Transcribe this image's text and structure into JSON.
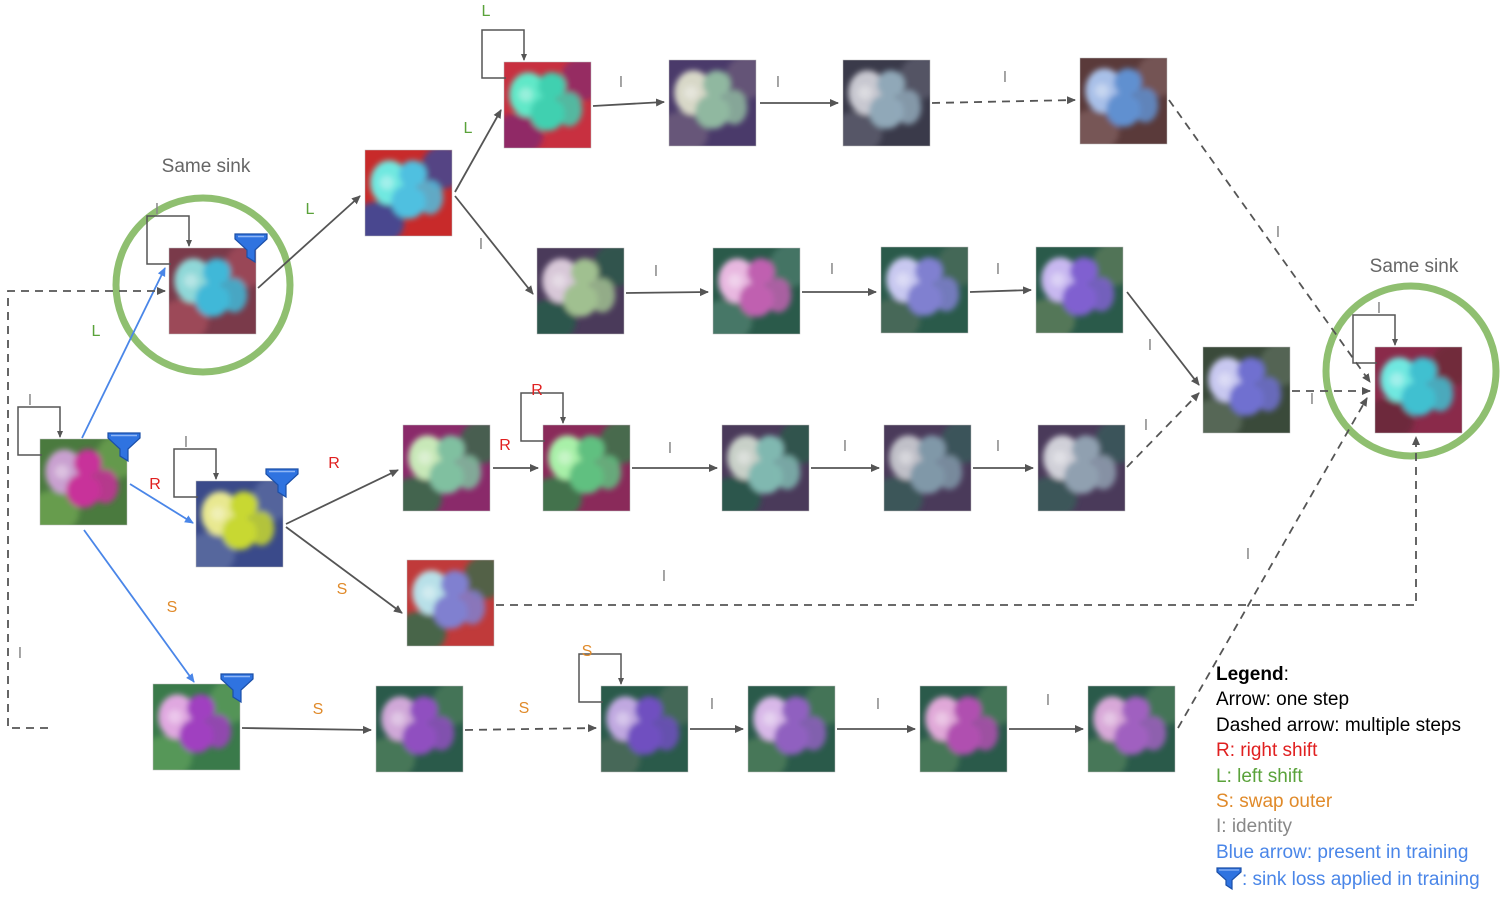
{
  "nodes": [
    {
      "id": "n0",
      "palette": [
        "#c9a0d0",
        "#c8309a",
        "#4a7a3e",
        "#6aa050"
      ],
      "self_loop": "I",
      "funnel": true
    },
    {
      "id": "n1",
      "palette": [
        "#8fd8d8",
        "#40b8d8",
        "#7a3a4a",
        "#a04a5a"
      ],
      "self_loop": "I",
      "funnel": true
    },
    {
      "id": "n2",
      "palette": [
        "#e8e890",
        "#c8d830",
        "#3a4a8a",
        "#5a6aa0"
      ],
      "self_loop": "I",
      "funnel": true
    },
    {
      "id": "n3",
      "palette": [
        "#e0a8e0",
        "#a040c0",
        "#3a7a4a",
        "#5a9a5a"
      ],
      "self_loop": null,
      "funnel": true
    },
    {
      "id": "n4",
      "palette": [
        "#70e8e0",
        "#50c0e0",
        "#c82a2a",
        "#3a4a9a"
      ],
      "self_loop": null,
      "funnel": false
    },
    {
      "id": "n5",
      "palette": [
        "#60e8c8",
        "#40d0b0",
        "#c83040",
        "#8a2a6a"
      ],
      "self_loop": "L",
      "funnel": false
    },
    {
      "id": "n6",
      "palette": [
        "#d8d8c8",
        "#90b8a0",
        "#4a3a6a",
        "#6a5a7a"
      ],
      "self_loop": null,
      "funnel": false
    },
    {
      "id": "n7",
      "palette": [
        "#c8c8d0",
        "#90a8b8",
        "#3a3a4a",
        "#5a5a6a"
      ],
      "self_loop": null,
      "funnel": false
    },
    {
      "id": "n8",
      "palette": [
        "#a8c0e8",
        "#6090d0",
        "#5a3a3a",
        "#7a5a5a"
      ],
      "self_loop": null,
      "funnel": false
    },
    {
      "id": "n9",
      "palette": [
        "#d8c8d8",
        "#a0c090",
        "#4a3a5a",
        "#2a5a4a"
      ],
      "self_loop": null,
      "funnel": false
    },
    {
      "id": "n10",
      "palette": [
        "#e8b8e0",
        "#c060b0",
        "#2a5a4a",
        "#4a7a6a"
      ],
      "self_loop": null,
      "funnel": false
    },
    {
      "id": "n11",
      "palette": [
        "#c8c8f0",
        "#8080d0",
        "#2a5a4a",
        "#4a6a5a"
      ],
      "self_loop": null,
      "funnel": false
    },
    {
      "id": "n12",
      "palette": [
        "#c8b8f0",
        "#8060d0",
        "#2a5a4a",
        "#5a7a5a"
      ],
      "self_loop": null,
      "funnel": false
    },
    {
      "id": "n13",
      "palette": [
        "#c8e8b8",
        "#80c0a0",
        "#8a2a6a",
        "#3a6a4a"
      ],
      "self_loop": null,
      "funnel": false
    },
    {
      "id": "n14",
      "palette": [
        "#a8f0a8",
        "#60c080",
        "#8a2a5a",
        "#3a7a4a"
      ],
      "self_loop": "R",
      "funnel": false
    },
    {
      "id": "n15",
      "palette": [
        "#c8d0c8",
        "#80b8b0",
        "#4a3a5a",
        "#2a5a4a"
      ],
      "self_loop": null,
      "funnel": false
    },
    {
      "id": "n16",
      "palette": [
        "#c0c0c8",
        "#8098a8",
        "#4a3a5a",
        "#3a5a5a"
      ],
      "self_loop": null,
      "funnel": false
    },
    {
      "id": "n17",
      "palette": [
        "#d0d0d8",
        "#90a0b0",
        "#4a3a5a",
        "#3a5a5a"
      ],
      "self_loop": null,
      "funnel": false
    },
    {
      "id": "n18",
      "palette": [
        "#c8c8f0",
        "#7070d0",
        "#3a4a3a",
        "#5a6a5a"
      ],
      "self_loop": null,
      "funnel": false
    },
    {
      "id": "n19",
      "palette": [
        "#70e8e0",
        "#40c0d0",
        "#8a2a4a",
        "#6a2a3a"
      ],
      "self_loop": "I",
      "funnel": false
    },
    {
      "id": "n20",
      "palette": [
        "#b8e0e8",
        "#8080d0",
        "#c03a3a",
        "#3a6a4a"
      ],
      "self_loop": null,
      "funnel": false
    },
    {
      "id": "n21",
      "palette": [
        "#d0a8d8",
        "#9050c0",
        "#2a5a4a",
        "#4a7a5a"
      ],
      "self_loop": null,
      "funnel": false
    },
    {
      "id": "n22",
      "palette": [
        "#c0a8e0",
        "#7050c0",
        "#2a5a4a",
        "#4a6a5a"
      ],
      "self_loop": "S",
      "funnel": false
    },
    {
      "id": "n23",
      "palette": [
        "#d8b8e8",
        "#9060c0",
        "#2a5a4a",
        "#4a7a5a"
      ],
      "self_loop": null,
      "funnel": false
    },
    {
      "id": "n24",
      "palette": [
        "#e0a8d8",
        "#b050b0",
        "#2a5a4a",
        "#4a7a5a"
      ],
      "self_loop": null,
      "funnel": false
    },
    {
      "id": "n25",
      "palette": [
        "#d8a8d8",
        "#a060c0",
        "#2a5a4a",
        "#4a7a5a"
      ],
      "self_loop": null,
      "funnel": false
    }
  ],
  "edges": [
    {
      "from": "n0",
      "to": "n1",
      "label": "L",
      "style": "blue"
    },
    {
      "from": "n0",
      "to": "n2",
      "label": "R",
      "style": "blue"
    },
    {
      "from": "n0",
      "to": "n3",
      "label": "S",
      "style": "blue"
    },
    {
      "from": "n0",
      "to": "n1",
      "label": "I",
      "style": "dashed"
    },
    {
      "from": "n1",
      "to": "n4",
      "label": "L",
      "style": "solid"
    },
    {
      "from": "n4",
      "to": "n5",
      "label": "L",
      "style": "solid"
    },
    {
      "from": "n4",
      "to": "n9",
      "label": "I",
      "style": "solid"
    },
    {
      "from": "n5",
      "to": "n6",
      "label": "I",
      "style": "solid"
    },
    {
      "from": "n6",
      "to": "n7",
      "label": "I",
      "style": "solid"
    },
    {
      "from": "n7",
      "to": "n8",
      "label": "I",
      "style": "dashed"
    },
    {
      "from": "n8",
      "to": "n19",
      "label": "I",
      "style": "dashed"
    },
    {
      "from": "n9",
      "to": "n10",
      "label": "I",
      "style": "solid"
    },
    {
      "from": "n10",
      "to": "n11",
      "label": "I",
      "style": "solid"
    },
    {
      "from": "n11",
      "to": "n12",
      "label": "I",
      "style": "solid"
    },
    {
      "from": "n12",
      "to": "n18",
      "label": "I",
      "style": "solid"
    },
    {
      "from": "n2",
      "to": "n13",
      "label": "R",
      "style": "solid"
    },
    {
      "from": "n2",
      "to": "n20",
      "label": "S",
      "style": "solid"
    },
    {
      "from": "n13",
      "to": "n14",
      "label": "R",
      "style": "solid"
    },
    {
      "from": "n14",
      "to": "n15",
      "label": "I",
      "style": "solid"
    },
    {
      "from": "n15",
      "to": "n16",
      "label": "I",
      "style": "solid"
    },
    {
      "from": "n16",
      "to": "n17",
      "label": "I",
      "style": "solid"
    },
    {
      "from": "n17",
      "to": "n18",
      "label": "I",
      "style": "dashed"
    },
    {
      "from": "n18",
      "to": "n19",
      "label": "I",
      "style": "dashed"
    },
    {
      "from": "n20",
      "to": "n19",
      "label": "I",
      "style": "dashed"
    },
    {
      "from": "n3",
      "to": "n21",
      "label": "S",
      "style": "solid"
    },
    {
      "from": "n21",
      "to": "n22",
      "label": "S",
      "style": "dashed"
    },
    {
      "from": "n22",
      "to": "n23",
      "label": "I",
      "style": "solid"
    },
    {
      "from": "n23",
      "to": "n24",
      "label": "I",
      "style": "solid"
    },
    {
      "from": "n24",
      "to": "n25",
      "label": "I",
      "style": "solid"
    },
    {
      "from": "n25",
      "to": "n19",
      "label": "I",
      "style": "dashed"
    }
  ],
  "sinks": [
    {
      "node": "n1",
      "label": "Same sink"
    },
    {
      "node": "n19",
      "label": "Same sink"
    }
  ],
  "colors": {
    "left_shift": "#5aa23a",
    "right_shift": "#e02020",
    "swap_outer": "#e08a2a",
    "identity": "#888888",
    "blue_arrow": "#4a86e8",
    "funnel": "#2f73e0",
    "sink_circle": "#8fbf70",
    "arrow_gray": "#555555"
  },
  "legend": {
    "title": "Legend",
    "title_suffix": ":",
    "items": [
      {
        "text": "Arrow: one step",
        "color": "#000000"
      },
      {
        "text": "Dashed arrow: multiple steps",
        "color": "#000000"
      },
      {
        "text": "R: right shift",
        "color": "#e02020"
      },
      {
        "text": "L: left shift",
        "color": "#5aa23a"
      },
      {
        "text": "S: swap outer",
        "color": "#e08a2a"
      },
      {
        "text": "I: identity",
        "color": "#888888"
      },
      {
        "text": "Blue arrow: present in training",
        "color": "#4a86e8"
      }
    ],
    "funnel_text": ": sink loss applied in training",
    "funnel_text_color": "#4a86e8"
  }
}
